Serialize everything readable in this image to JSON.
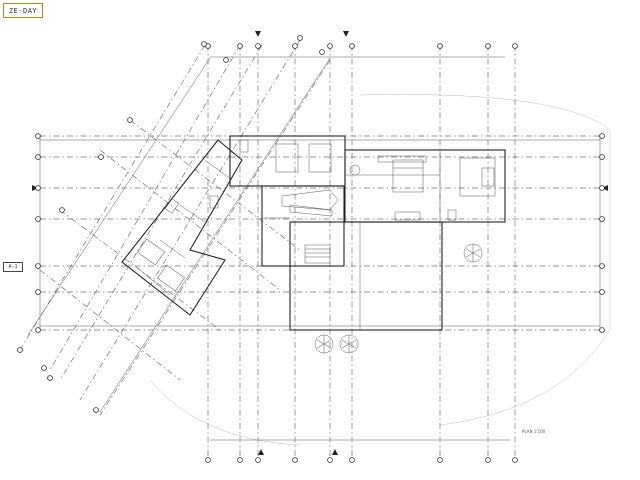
{
  "sheet": {
    "title_stamp": "ZE-DAY",
    "tag_stamp": "A-1",
    "plan_note": "PLAN 1:100",
    "line_color": "#222222",
    "grid_color": "#6f6f6f",
    "stamp_border_color": "#b8860b"
  }
}
